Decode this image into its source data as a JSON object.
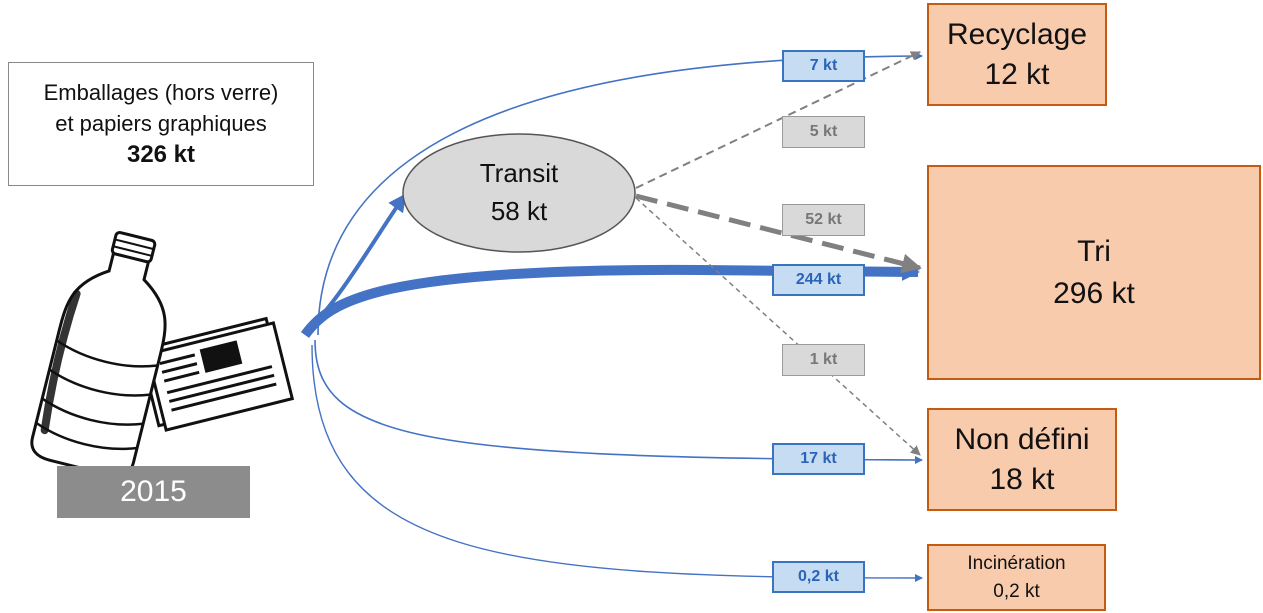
{
  "source": {
    "line1": "Emballages (hors verre)",
    "line2": "et papiers graphiques",
    "total": "326 kt",
    "year": "2015",
    "icon": "bottle-and-newspaper-icon"
  },
  "transit": {
    "label": "Transit",
    "value": "58 kt"
  },
  "destinations": {
    "recyclage": {
      "label": "Recyclage",
      "value": "12 kt"
    },
    "tri": {
      "label": "Tri",
      "value": "296 kt"
    },
    "non_defini": {
      "label": "Non défini",
      "value": "18 kt"
    },
    "incineration": {
      "label": "Incinération",
      "value": "0,2 kt"
    }
  },
  "flows": {
    "direct_recyclage": "7 kt",
    "direct_tri": "244 kt",
    "direct_non_defini": "17 kt",
    "direct_incineration": "0,2 kt",
    "transit_recyclage": "5 kt",
    "transit_tri": "52 kt",
    "transit_non_defini": "1 kt"
  },
  "colors": {
    "direct_flow": "#4472c4",
    "transit_flow": "#808080",
    "destination_fill": "#f8cbad",
    "destination_border": "#c55a11",
    "transit_fill": "#d9d9d9"
  }
}
